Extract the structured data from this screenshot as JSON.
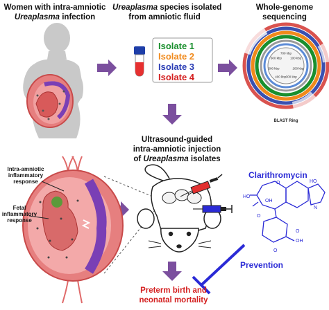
{
  "panel_women": {
    "title_line1": "Women with intra-amniotic",
    "title_line2_italic": "Ureaplasma",
    "title_line2_rest": " infection"
  },
  "panel_species": {
    "title_line1_italic": "Ureaplasma",
    "title_line1_rest": " species isolated",
    "title_line2": "from amniotic fluid",
    "isolates": [
      {
        "label": "Isolate 1",
        "color": "#1a8f2e"
      },
      {
        "label": "Isolate 2",
        "color": "#f08a1c"
      },
      {
        "label": "Isolate 3",
        "color": "#2b3db5"
      },
      {
        "label": "Isolate 4",
        "color": "#d42020"
      }
    ]
  },
  "panel_sequencing": {
    "title_line1": "Whole-genome",
    "title_line2": "sequencing",
    "ring_caption": "BLAST Ring",
    "ring_labels": [
      "700 kbp",
      "100 kbp",
      "200 kbp",
      "300 kbp",
      "400 kbp",
      "500 kbp",
      "600 kbp"
    ]
  },
  "panel_injection": {
    "title_line1": "Ultrasound-guided",
    "title_line2": "intra-amniotic injection",
    "title_line3_prefix": "of ",
    "title_line3_italic": "Ureaplasma",
    "title_line3_rest": " isolates"
  },
  "fetus_labels": {
    "intra_amniotic_line1": "Intra-amniotic",
    "intra_amniotic_line2": "inflammatory",
    "intra_amniotic_line3": "response",
    "fetal_line1": "Fetal",
    "fetal_line2": "inflammatory",
    "fetal_line3": "response"
  },
  "drug": {
    "name": "Clarithromycin",
    "prevention_label": "Prevention",
    "accent_color": "#2a2ad6"
  },
  "outcome": {
    "line1": "Preterm birth and",
    "line2": "neonatal mortality",
    "color": "#d42020"
  },
  "colors": {
    "arrow": "#7b4f9e",
    "silhouette": "#c9c9c9",
    "uterus": "#e67f7f"
  }
}
